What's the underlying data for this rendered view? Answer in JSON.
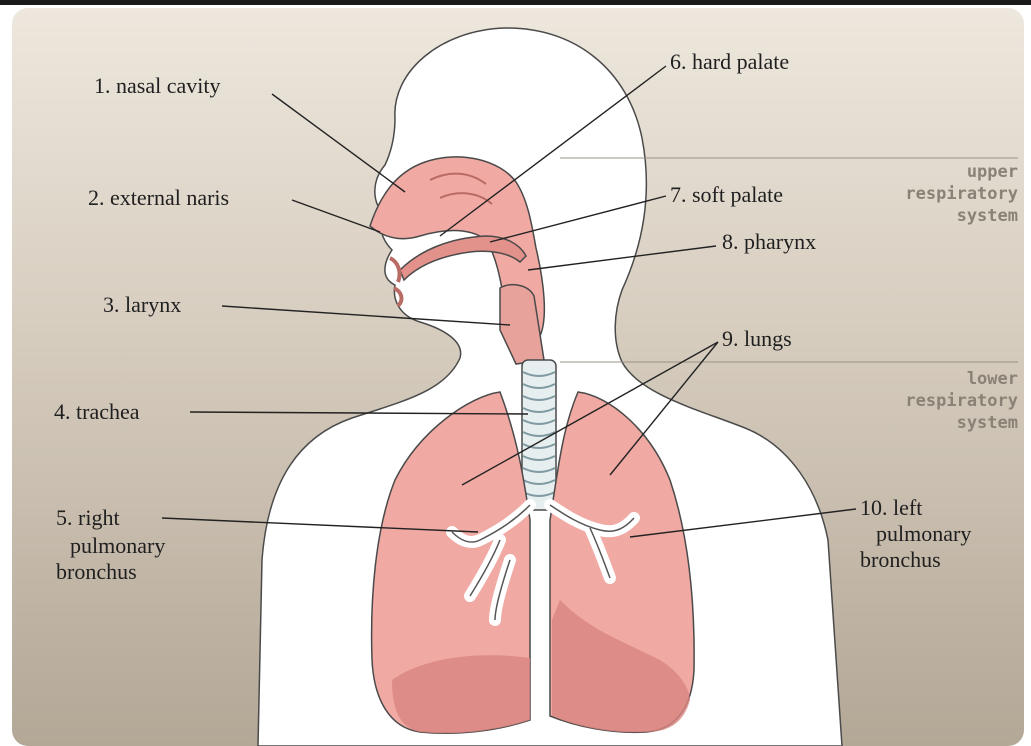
{
  "labels": {
    "nasal_cavity": "1. nasal cavity",
    "external_naris": "2. external naris",
    "larynx": "3. larynx",
    "trachea": "4. trachea",
    "right_bronchus_1": "5. right",
    "right_bronchus_2": "pulmonary",
    "right_bronchus_3": "bronchus",
    "hard_palate": "6. hard palate",
    "soft_palate": "7. soft palate",
    "pharynx": "8. pharynx",
    "lungs": "9. lungs",
    "left_bronchus_1": "10. left",
    "left_bronchus_2": "pulmonary",
    "left_bronchus_3": "bronchus"
  },
  "regions": {
    "upper_1": "upper",
    "upper_2": "respiratory",
    "upper_3": "system",
    "lower_1": "lower",
    "lower_2": "respiratory",
    "lower_3": "system"
  },
  "colors": {
    "background_light": "#ece6dc",
    "background_dark": "#b8ad9e",
    "body": "#ffffff",
    "tissue": "#f0a9a3",
    "tissue_dark": "#d9857f",
    "lung_inner": "#f6b9b3",
    "outline": "#3a3a3a",
    "trachea_rings": "#cfe0e6"
  }
}
